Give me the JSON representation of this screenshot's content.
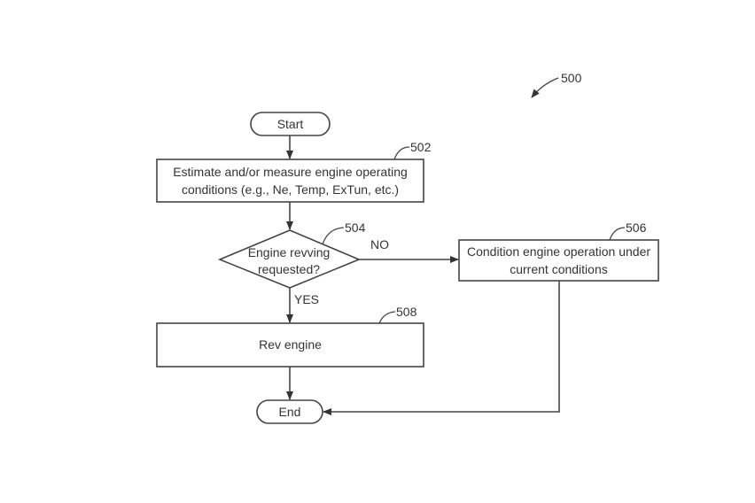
{
  "figure_ref": "500",
  "nodes": {
    "start": {
      "label": "Start"
    },
    "n502": {
      "ref": "502",
      "lines": [
        "Estimate and/or measure engine operating",
        "conditions (e.g., Ne, Temp, ExTun, etc.)"
      ]
    },
    "n504": {
      "ref": "504",
      "lines": [
        "Engine revving",
        "requested?"
      ]
    },
    "n506": {
      "ref": "506",
      "lines": [
        "Condition engine operation under",
        "current conditions"
      ]
    },
    "n508": {
      "ref": "508",
      "lines": [
        "Rev engine"
      ]
    },
    "end": {
      "label": "End"
    }
  },
  "edges": {
    "no_label": "NO",
    "yes_label": "YES"
  },
  "colors": {
    "stroke": "#444444",
    "text": "#333333",
    "background": "#ffffff"
  }
}
